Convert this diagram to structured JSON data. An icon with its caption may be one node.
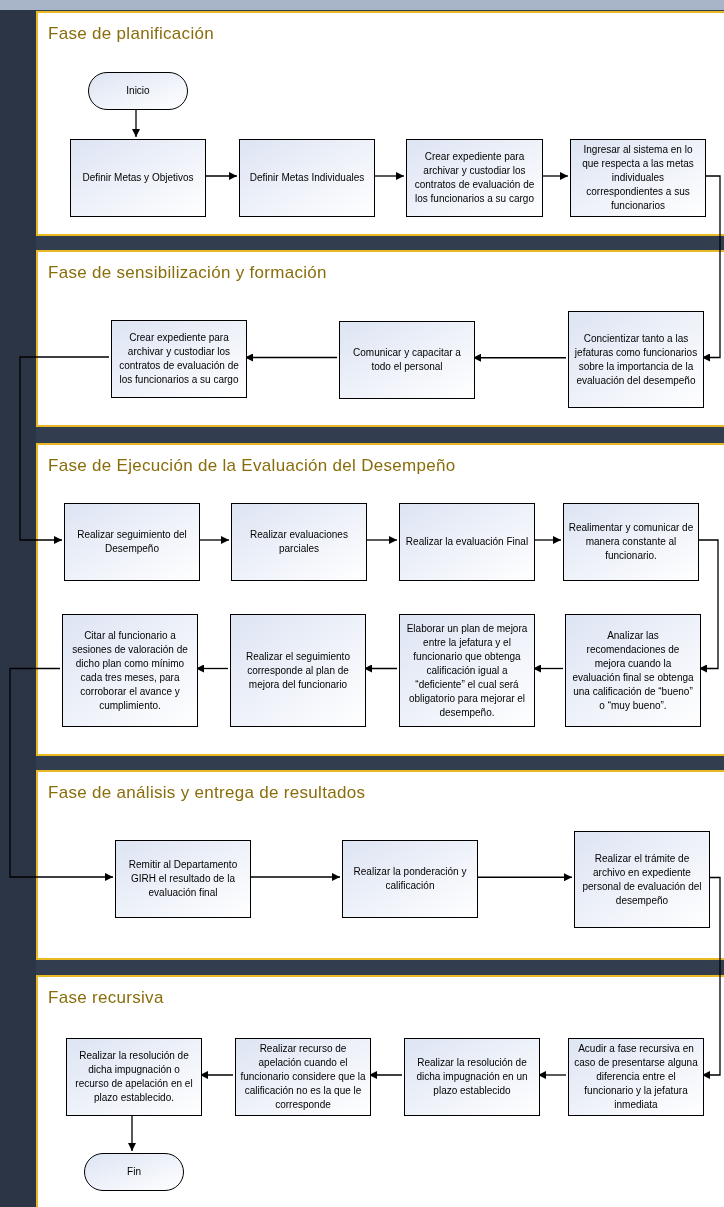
{
  "diagram": {
    "nodes": [
      {
        "text": [
          "Fase de planificación"
        ]
      },
      {
        "text": [
          "Inicio"
        ],
        "in": 0
      },
      {
        "text": [
          "Definir Metas y Objetivos"
        ],
        "in": 0
      },
      {
        "text": [
          "Definir Metas Individuales"
        ],
        "in": 0
      },
      {
        "text": [
          "Crear expediente para archivar y custodiar los contratos de evaluación de los funcionarios a su cargo"
        ],
        "in": 0
      },
      {
        "text": [
          "Ingresar al sistema en lo que respecta a las metas individuales correspondientes a sus funcionarios"
        ],
        "in": 0
      },
      {
        "text": [
          "Fase de sensibilización y formación"
        ]
      },
      {
        "text": [
          "Crear expediente para archivar y custodiar los contratos de evaluación de los funcionarios a su cargo"
        ],
        "in": 6
      },
      {
        "text": [
          "Comunicar y capacitar a todo el personal"
        ],
        "in": 6
      },
      {
        "text": [
          "Concientizar tanto a las jefaturas como funcionarios sobre la importancia de la evaluación del desempeño"
        ],
        "in": 6
      },
      {
        "text": [
          "Fase de Ejecución de la Evaluación del Desempeño"
        ]
      },
      {
        "text": [
          "Realizar seguimiento del Desempeño"
        ],
        "in": 10
      },
      {
        "text": [
          "Realizar evaluaciones parciales"
        ],
        "in": 10
      },
      {
        "text": [
          "Realizar la evaluación Final"
        ],
        "in": 10
      },
      {
        "text": [
          "Realimentar y comunicar de manera constante al funcionario."
        ],
        "in": 10
      },
      {
        "text": [
          "Citar al funcionario a sesiones de valoración de dicho plan como mínimo cada tres meses, para corroborar el avance y cumplimiento."
        ],
        "in": 10
      },
      {
        "text": [
          "Realizar el seguimiento corresponde al plan de mejora del funcionario"
        ],
        "in": 10
      },
      {
        "text": [
          "Elaborar un plan de mejora entre la jefatura y el funcionario que obtenga calificación igual a “deficiente” el cual será obligatorio para mejorar el desempeño."
        ],
        "in": 10
      },
      {
        "text": [
          "Analizar las recomendaciones de mejora cuando la evaluación final se obtenga una calificación de “bueno” o “muy bueno”."
        ],
        "in": 10
      },
      {
        "text": [
          "Fase de análisis y entrega de resultados"
        ]
      },
      {
        "text": [
          "Remitir al Departamento GIRH el resultado de la evaluación final"
        ],
        "in": 19
      },
      {
        "text": [
          "Realizar la ponderación y calificación"
        ],
        "in": 19
      },
      {
        "text": [
          "Realizar el trámite de archivo en expediente personal de evaluación del desempeño"
        ],
        "in": 19
      },
      {
        "text": [
          "Fase recursiva"
        ]
      },
      {
        "text": [
          "Realizar la resolución de dicha impugnación o recurso de apelación en el plazo establecido."
        ],
        "in": 23
      },
      {
        "text": [
          "Realizar recurso de apelación cuando el funcionario considere que la calificación no es la que le corresponde"
        ],
        "in": 23
      },
      {
        "text": [
          "Realizar la resolución de dicha impugnación en un plazo establecido"
        ],
        "in": 23
      },
      {
        "text": [
          "Acudir a fase recursiva en caso de presentarse alguna diferencia entre el funcionario y la jefatura inmediata"
        ],
        "in": 23
      },
      {
        "text": [
          "Fin"
        ],
        "in": 23
      }
    ],
    "edges": [
      {
        "from": 1,
        "to": 2,
        "arrow": "to"
      },
      {
        "from": 2,
        "to": 3,
        "arrow": "to"
      },
      {
        "from": 3,
        "to": 4,
        "arrow": "to"
      },
      {
        "from": 4,
        "to": 5,
        "arrow": "to"
      },
      {
        "from": 5,
        "to": 9,
        "arrow": "to"
      },
      {
        "from": 9,
        "to": 8,
        "arrow": "to"
      },
      {
        "from": 8,
        "to": 7,
        "arrow": "to"
      },
      {
        "from": 7,
        "to": 11,
        "arrow": "to"
      },
      {
        "from": 11,
        "to": 12,
        "arrow": "to"
      },
      {
        "from": 12,
        "to": 13,
        "arrow": "to"
      },
      {
        "from": 13,
        "to": 14,
        "arrow": "to"
      },
      {
        "from": 14,
        "to": 18,
        "arrow": "to"
      },
      {
        "from": 18,
        "to": 17,
        "arrow": "to"
      },
      {
        "from": 17,
        "to": 16,
        "arrow": "to"
      },
      {
        "from": 16,
        "to": 15,
        "arrow": "to"
      },
      {
        "from": 15,
        "to": 20,
        "arrow": "to"
      },
      {
        "from": 20,
        "to": 21,
        "arrow": "to"
      },
      {
        "from": 21,
        "to": 22,
        "arrow": "to"
      },
      {
        "from": 22,
        "to": 27,
        "arrow": "to"
      },
      {
        "from": 27,
        "to": 26,
        "arrow": "to"
      },
      {
        "from": 26,
        "to": 25,
        "arrow": "to"
      },
      {
        "from": 25,
        "to": 24,
        "arrow": "to"
      },
      {
        "from": 24,
        "to": 28,
        "arrow": "to"
      }
    ]
  }
}
